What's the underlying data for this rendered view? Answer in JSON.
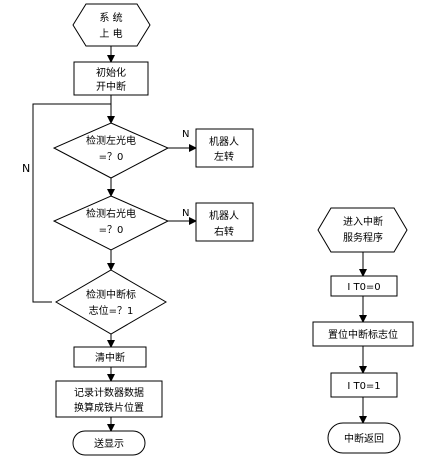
{
  "main_flow": {
    "start": [
      "系  统",
      "上  电"
    ],
    "init": [
      "初始化",
      "开中断"
    ],
    "check_left": [
      "检测左光电",
      "=？0"
    ],
    "robot_left": [
      "机器人",
      "左转"
    ],
    "check_right": [
      "检测右光电",
      "=？0"
    ],
    "robot_right": [
      "机器人",
      "右转"
    ],
    "check_flag": [
      "检测中断标",
      "志位=？1"
    ],
    "clear": "清中断",
    "record": [
      "记录计数器数据",
      "换算成铁片位置"
    ],
    "send": "送显示",
    "yes_left": "N",
    "yes_right": "N",
    "loop_no": "N"
  },
  "isr_flow": {
    "entry": [
      "进入中断",
      "服务程序"
    ],
    "it0_zero": "I T0=0",
    "set_flag": "置位中断标志位",
    "it0_one": "I T0=1",
    "return": "中断返回"
  }
}
